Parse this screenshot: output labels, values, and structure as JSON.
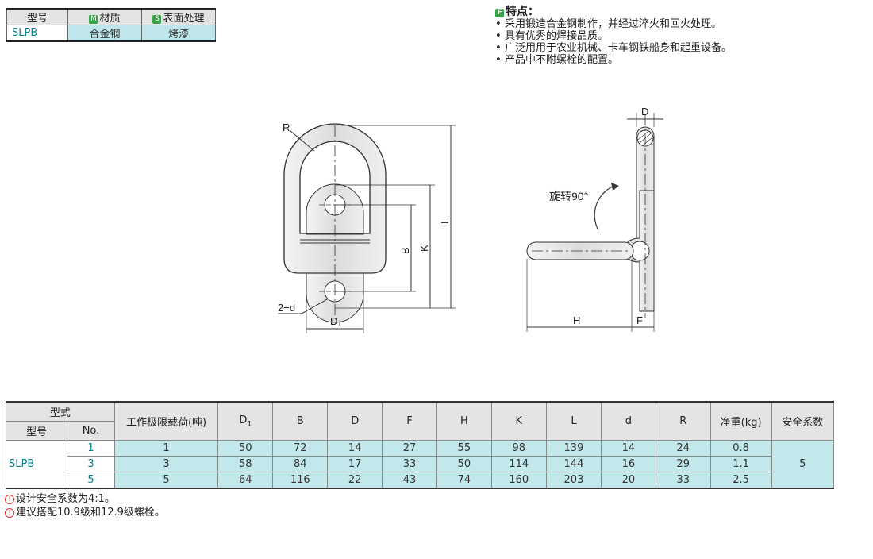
{
  "material_table": {
    "headers": {
      "model": "型号",
      "material_badge": "M",
      "material": "材质",
      "surface_badge": "S",
      "surface": "表面处理"
    },
    "row": {
      "model": "SLPB",
      "material": "合金钢",
      "surface": "烤漆"
    }
  },
  "features": {
    "badge": "F",
    "title": "特点：",
    "items": [
      "采用锻造合金钢制作，并经过淬火和回火处理。",
      "具有优秀的焊接品质。",
      "广泛用用于农业机械、卡车钢铁船身和起重设备。",
      "产品中不附螺栓的配置。"
    ]
  },
  "drawing": {
    "R": "R",
    "B": "B",
    "K": "K",
    "L": "L",
    "d": "2−d",
    "D1": "D",
    "D1_sub": "1",
    "D": "D",
    "H": "H",
    "F": "F",
    "rotate": "旋转90°"
  },
  "spec_table": {
    "header": {
      "type": "型式",
      "model": "型号",
      "no": "No.",
      "load": "工作极限载荷(吨)",
      "d1": "D",
      "d1_sub": "1",
      "b": "B",
      "dd": "D",
      "f": "F",
      "h": "H",
      "k": "K",
      "l": "L",
      "d": "d",
      "r": "R",
      "weight": "净重(kg)",
      "safety": "安全系数"
    },
    "model": "SLPB",
    "safety": "5",
    "rows": [
      {
        "no": "1",
        "load": "1",
        "d1": "50",
        "b": "72",
        "dd": "14",
        "f": "27",
        "h": "55",
        "k": "98",
        "l": "139",
        "d": "14",
        "r": "24",
        "weight": "0.8"
      },
      {
        "no": "3",
        "load": "3",
        "d1": "58",
        "b": "84",
        "dd": "17",
        "f": "33",
        "h": "50",
        "k": "114",
        "l": "144",
        "d": "16",
        "r": "29",
        "weight": "1.1"
      },
      {
        "no": "5",
        "load": "5",
        "d1": "64",
        "b": "116",
        "dd": "22",
        "f": "43",
        "h": "74",
        "k": "160",
        "l": "203",
        "d": "20",
        "r": "33",
        "weight": "2.5"
      }
    ]
  },
  "notes": {
    "icon": "!",
    "items": [
      "设计安全系数为4:1。",
      "建议搭配10.9级和12.9级螺栓。"
    ]
  }
}
